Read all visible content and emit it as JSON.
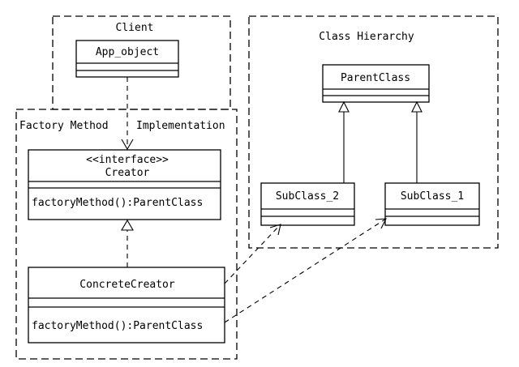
{
  "frames": {
    "client": "Client",
    "hierarchy": "Class Hierarchy",
    "factory_left": "Factory Method",
    "factory_right": "Implementation"
  },
  "classes": {
    "app_object": {
      "name": "App_object"
    },
    "creator": {
      "stereotype": "<<interface>>",
      "name": "Creator",
      "method": "factoryMethod():ParentClass"
    },
    "concrete_creator": {
      "name": "ConcreteCreator",
      "method": "factoryMethod():ParentClass"
    },
    "parent_class": {
      "name": "ParentClass"
    },
    "subclass_2": {
      "name": "SubClass_2"
    },
    "subclass_1": {
      "name": "SubClass_1"
    }
  }
}
